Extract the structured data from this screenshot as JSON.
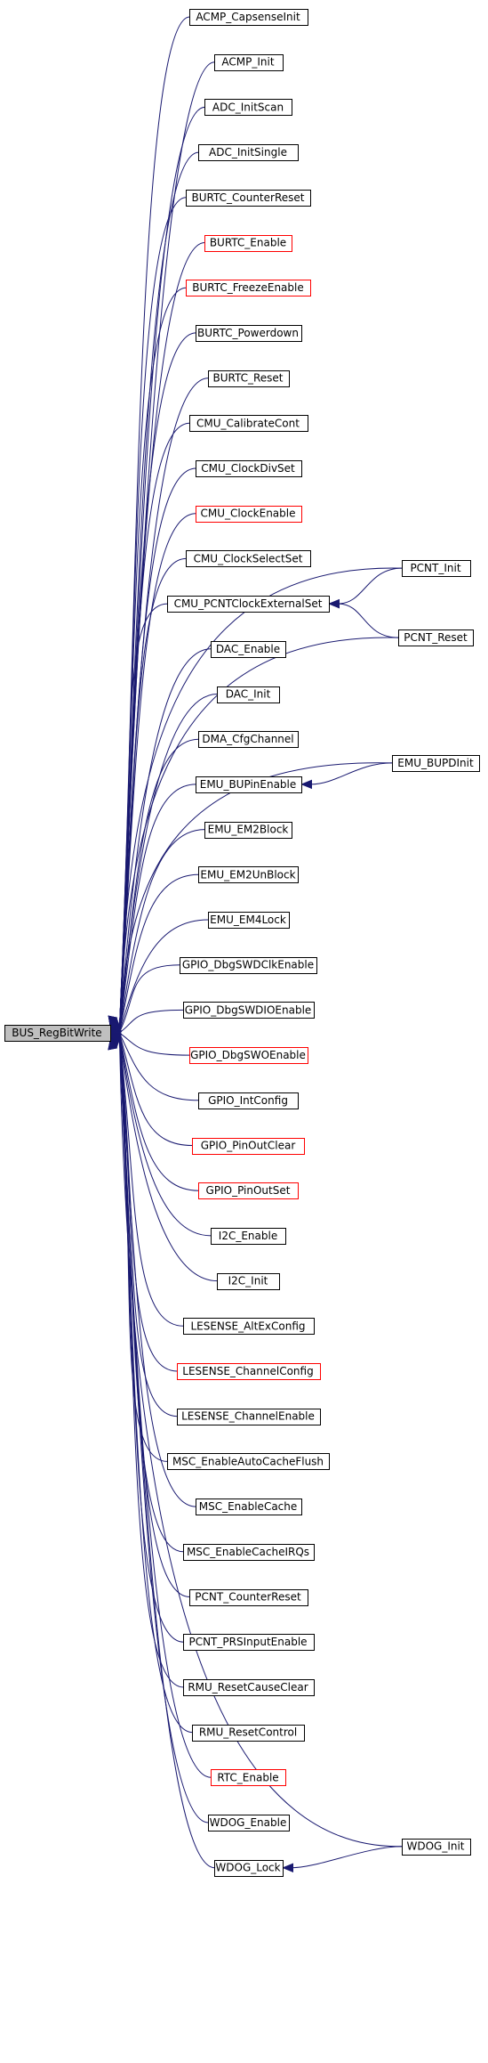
{
  "graph": {
    "root": "BUS_RegBitWrite",
    "edge_color": "#191970",
    "callers": [
      {
        "label": "ACMP_CapsenseInit",
        "highlight": false
      },
      {
        "label": "ACMP_Init",
        "highlight": false
      },
      {
        "label": "ADC_InitScan",
        "highlight": false
      },
      {
        "label": "ADC_InitSingle",
        "highlight": false
      },
      {
        "label": "BURTC_CounterReset",
        "highlight": false
      },
      {
        "label": "BURTC_Enable",
        "highlight": true
      },
      {
        "label": "BURTC_FreezeEnable",
        "highlight": true
      },
      {
        "label": "BURTC_Powerdown",
        "highlight": false
      },
      {
        "label": "BURTC_Reset",
        "highlight": false
      },
      {
        "label": "CMU_CalibrateCont",
        "highlight": false
      },
      {
        "label": "CMU_ClockDivSet",
        "highlight": false
      },
      {
        "label": "CMU_ClockEnable",
        "highlight": true
      },
      {
        "label": "CMU_ClockSelectSet",
        "highlight": false
      },
      {
        "label": "CMU_PCNTClockExternalSet",
        "highlight": false
      },
      {
        "label": "DAC_Enable",
        "highlight": false
      },
      {
        "label": "DAC_Init",
        "highlight": false
      },
      {
        "label": "DMA_CfgChannel",
        "highlight": false
      },
      {
        "label": "EMU_BUPinEnable",
        "highlight": false
      },
      {
        "label": "EMU_EM2Block",
        "highlight": false
      },
      {
        "label": "EMU_EM2UnBlock",
        "highlight": false
      },
      {
        "label": "EMU_EM4Lock",
        "highlight": false
      },
      {
        "label": "GPIO_DbgSWDClkEnable",
        "highlight": false
      },
      {
        "label": "GPIO_DbgSWDIOEnable",
        "highlight": false
      },
      {
        "label": "GPIO_DbgSWOEnable",
        "highlight": true
      },
      {
        "label": "GPIO_IntConfig",
        "highlight": false
      },
      {
        "label": "GPIO_PinOutClear",
        "highlight": true
      },
      {
        "label": "GPIO_PinOutSet",
        "highlight": true
      },
      {
        "label": "I2C_Enable",
        "highlight": false
      },
      {
        "label": "I2C_Init",
        "highlight": false
      },
      {
        "label": "LESENSE_AltExConfig",
        "highlight": false
      },
      {
        "label": "LESENSE_ChannelConfig",
        "highlight": true
      },
      {
        "label": "LESENSE_ChannelEnable",
        "highlight": false
      },
      {
        "label": "MSC_EnableAutoCacheFlush",
        "highlight": false
      },
      {
        "label": "MSC_EnableCache",
        "highlight": false
      },
      {
        "label": "MSC_EnableCacheIRQs",
        "highlight": false
      },
      {
        "label": "PCNT_CounterReset",
        "highlight": false
      },
      {
        "label": "PCNT_PRSInputEnable",
        "highlight": false
      },
      {
        "label": "RMU_ResetCauseClear",
        "highlight": false
      },
      {
        "label": "RMU_ResetControl",
        "highlight": false
      },
      {
        "label": "RTC_Enable",
        "highlight": true
      },
      {
        "label": "WDOG_Enable",
        "highlight": false
      },
      {
        "label": "WDOG_Lock",
        "highlight": false
      }
    ],
    "far_callers": [
      {
        "label": "PCNT_Init",
        "highlight": false,
        "calls": [
          "CMU_PCNTClockExternalSet"
        ]
      },
      {
        "label": "PCNT_Reset",
        "highlight": false,
        "calls": [
          "CMU_PCNTClockExternalSet"
        ]
      },
      {
        "label": "EMU_BUPDInit",
        "highlight": false,
        "calls": [
          "EMU_BUPinEnable"
        ]
      },
      {
        "label": "WDOG_Init",
        "highlight": false,
        "calls": [
          "WDOG_Lock"
        ]
      }
    ]
  }
}
